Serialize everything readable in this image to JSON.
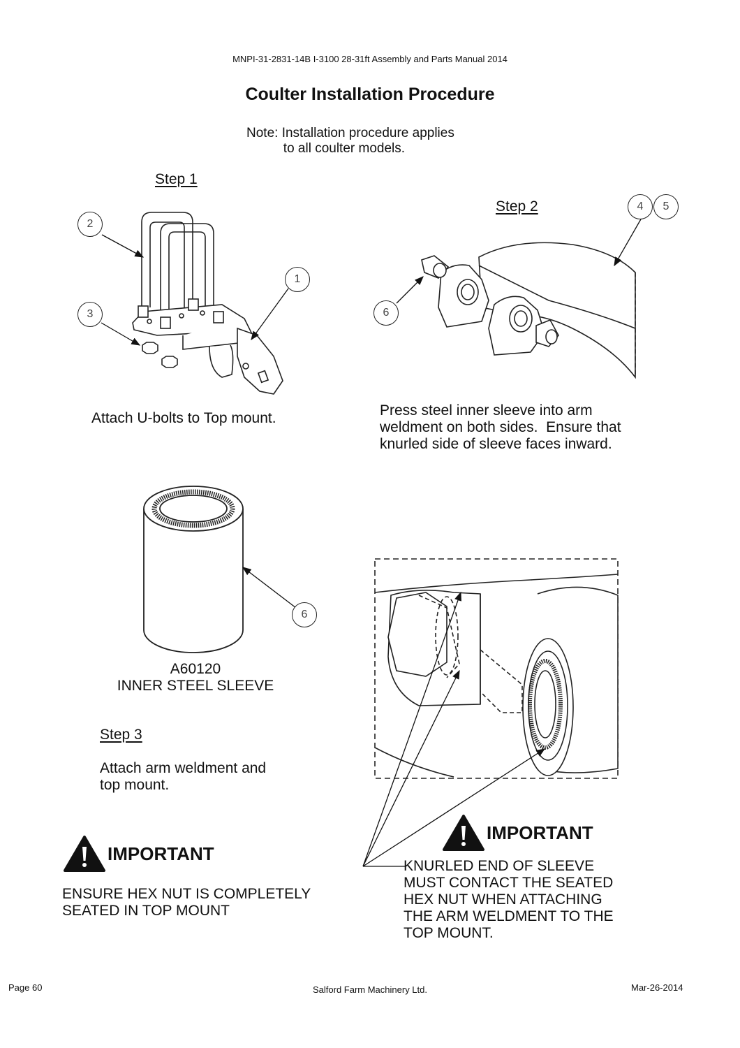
{
  "header": {
    "doc_id": "MNPI-31-2831-14B   I-3100 28-31ft Assembly and Parts Manual 2014"
  },
  "title": "Coulter Installation Procedure",
  "note": "Note: Installation procedure applies\n          to all coulter models.",
  "step1": {
    "label": "Step 1",
    "caption": "Attach U-bolts to Top mount.",
    "callouts": [
      "1",
      "2",
      "3"
    ]
  },
  "step2": {
    "label": "Step 2",
    "caption": "Press steel inner sleeve into arm\nweldment on both sides.  Ensure that\nknurled side of sleeve faces inward.",
    "callouts": [
      "4",
      "5",
      "6"
    ]
  },
  "sleeve": {
    "callout": "6",
    "part_number": "A60120",
    "part_name": "INNER STEEL SLEEVE"
  },
  "step3": {
    "label": "Step 3",
    "caption": "Attach arm weldment and\ntop mount."
  },
  "important_left": {
    "heading": "IMPORTANT",
    "text": "ENSURE HEX NUT IS COMPLETELY\nSEATED IN TOP MOUNT"
  },
  "important_right": {
    "heading": "IMPORTANT",
    "text": "KNURLED END OF SLEEVE\nMUST CONTACT THE SEATED\nHEX NUT WHEN ATTACHING\nTHE ARM WELDMENT TO THE\nTOP MOUNT."
  },
  "footer": {
    "page": "Page 60",
    "company": "Salford Farm Machinery Ltd.",
    "date": "Mar-26-2014"
  },
  "icons": {
    "warning": "warning-triangle-icon"
  }
}
